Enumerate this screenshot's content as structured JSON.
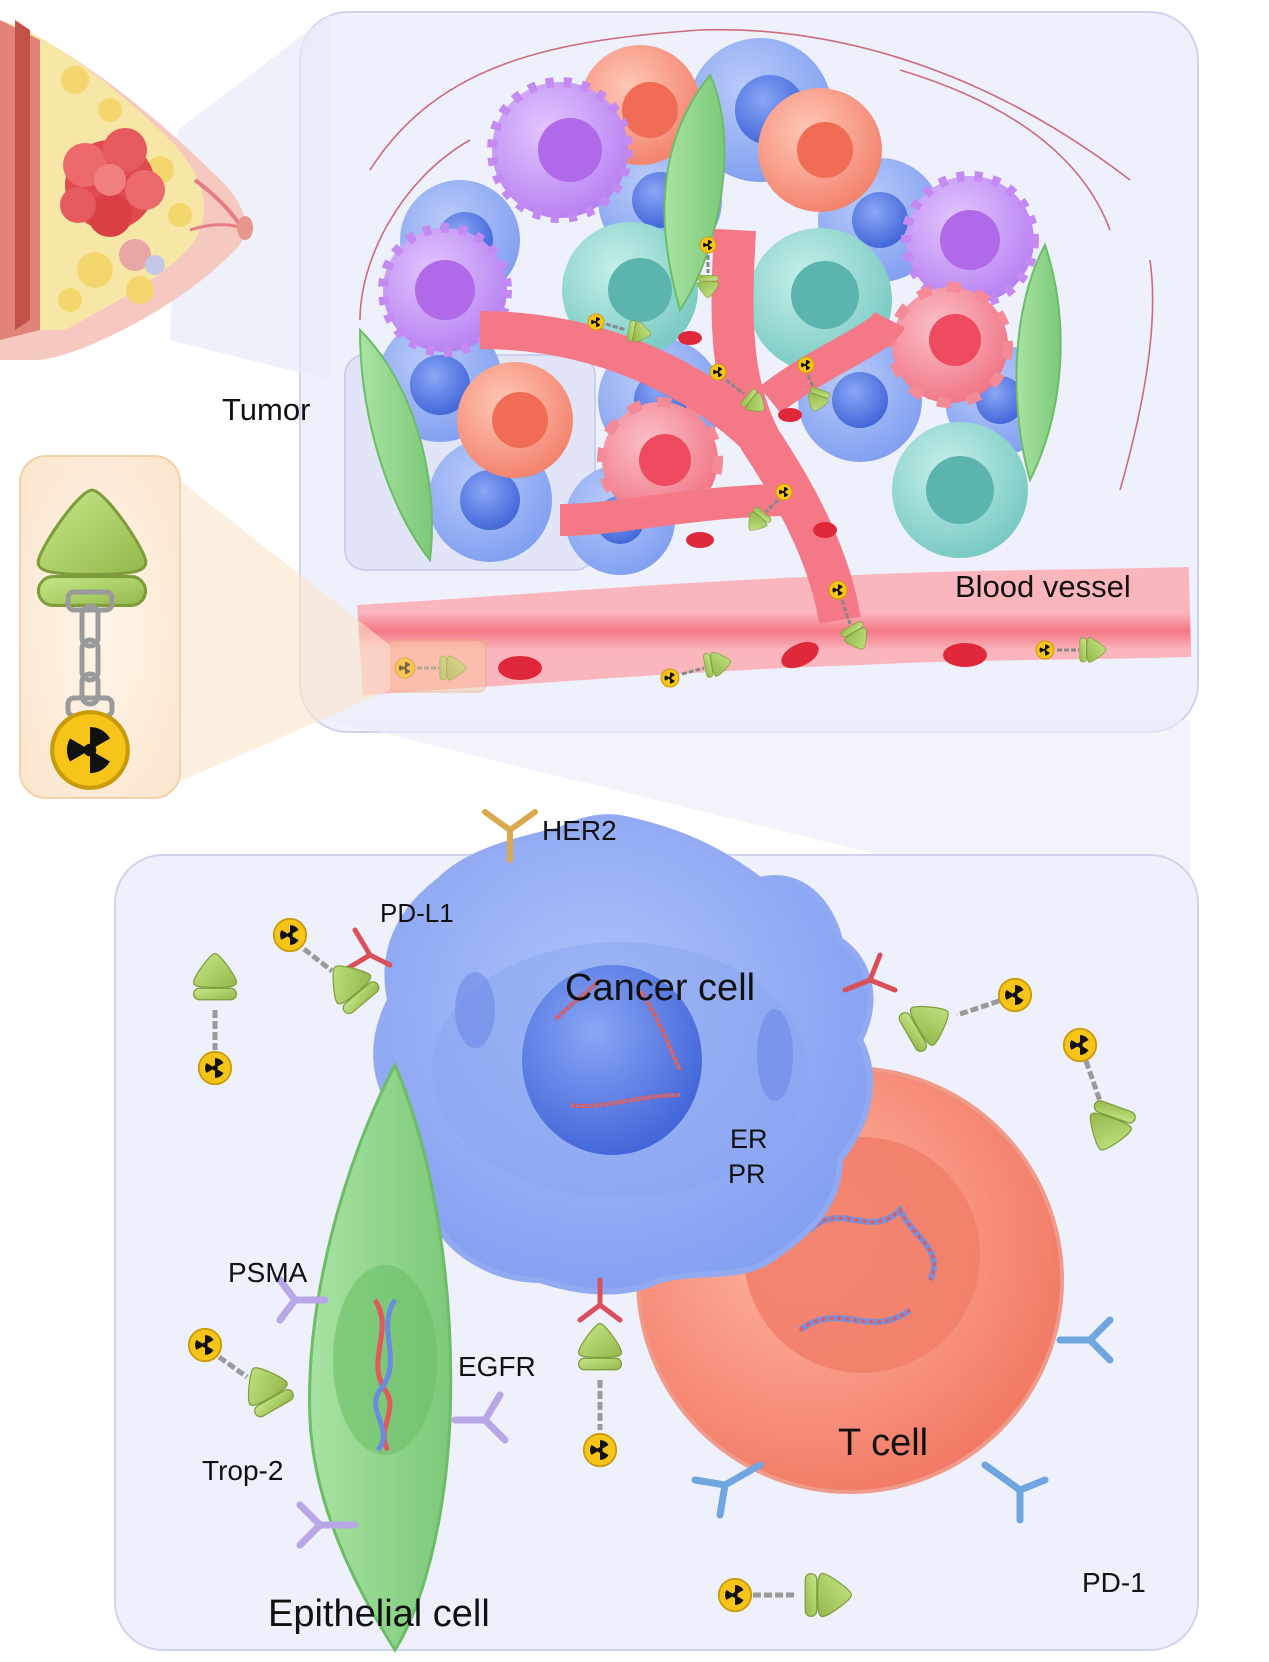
{
  "labels": {
    "tumor": "Tumor",
    "blood_vessel": "Blood vessel",
    "her2": "HER2",
    "pd_l1": "PD-L1",
    "cancer_cell": "Cancer cell",
    "er": "ER",
    "pr": "PR",
    "psma": "PSMA",
    "egfr": "EGFR",
    "trop2": "Trop-2",
    "epithelial_cell": "Epithelial cell",
    "t_cell": "T cell",
    "pd_1": "PD-1"
  },
  "colors": {
    "panel_fill": "#eef0fb",
    "panel_stroke": "#c9ccec",
    "vessel": "#f26d7d",
    "vessel_light": "#fbb4ba",
    "rbc": "#e0283a",
    "cancer_blue": "#7f9ef0",
    "nucleus_blue": "#4f72df",
    "purple_cell": "#c08cf0",
    "teal_cell": "#7fcfc8",
    "pink_cell": "#f47c8c",
    "epithelial_green": "#8fd68a",
    "tcell_red": "#f4806a",
    "conjugate_green": "#a9c95c",
    "radio_yellow": "#f7c519",
    "her2_tan": "#d9a94f",
    "receptor_purple": "#b8a6e6",
    "receptor_blue": "#6fa6e0"
  },
  "icons": [
    "radiation-icon",
    "antibody-conjugate-icon",
    "chain-linker-icon",
    "receptor-icon"
  ]
}
